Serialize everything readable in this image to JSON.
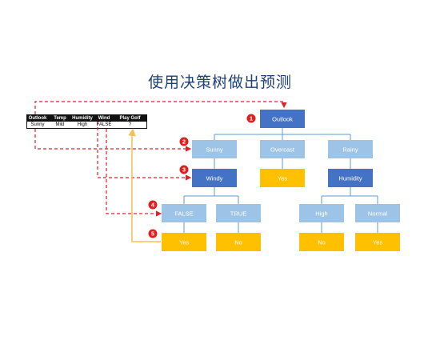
{
  "title": "使用决策树做出预测",
  "table": {
    "headers": [
      "Outlook",
      "Temp",
      "Humidity",
      "Wind",
      "Play Golf"
    ],
    "row": [
      "Sunny",
      "Mild",
      "High",
      "FALSE",
      "?"
    ]
  },
  "nodes": {
    "outlook": "Outlook",
    "sunny": "Sunny",
    "overcast": "Overcast",
    "rainy": "Rainy",
    "windy": "Windy",
    "overcast_leaf": "Yes",
    "humidity": "Humidity",
    "false": "FALSE",
    "true": "TRUE",
    "high": "High",
    "normal": "Normal",
    "false_leaf": "Yes",
    "true_leaf": "No",
    "high_leaf": "No",
    "normal_leaf": "Yes"
  },
  "steps": [
    "1",
    "2",
    "3",
    "4",
    "5"
  ],
  "colors": {
    "dark_node": "#4472c4",
    "light_node": "#9dc3e6",
    "leaf_node": "#ffc000",
    "connector": "#5b9bd5",
    "dashed_arrow": "#e0202a",
    "path_yellow": "#f2c25a",
    "step_badge": "#e02020",
    "title": "#1f3f78"
  }
}
